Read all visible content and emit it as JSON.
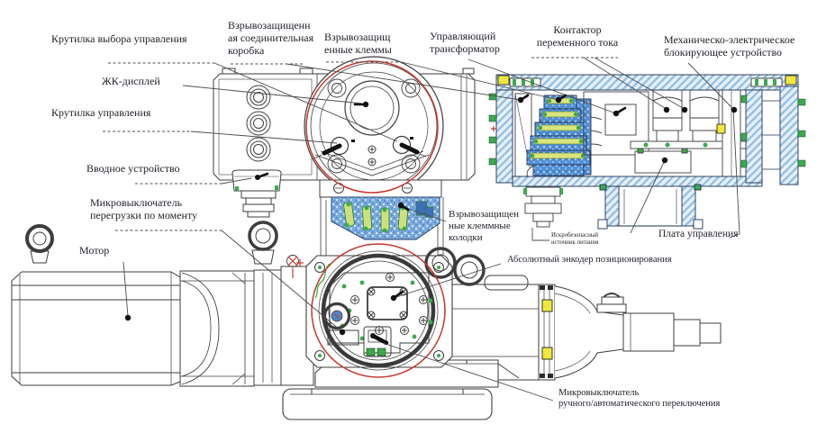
{
  "figure": {
    "title": "Electric actuator cutaway diagram (Russian labels)",
    "background": "#ffffff"
  },
  "colors": {
    "accent_red": "#c5382c",
    "hatch_blue": "#90bee6",
    "hatch_bg": "#e7f0fa",
    "terminal_blue": "#5391d6",
    "terminal_bar_yellow_green": "#d9e47e",
    "green": "#3aaa4c",
    "bolt_yellow": "#f0e83a",
    "line_dark": "#3d3d3d",
    "text": "#20242c"
  },
  "labels": [
    {
      "id": "control-selector-knob",
      "text": "Крутилка выбора управления"
    },
    {
      "id": "ex-junction-box",
      "text": "Взрывозащищенн\nая соединительная\nкоробка"
    },
    {
      "id": "ex-terminals",
      "text": "Взрывозащищ\nенные клеммы"
    },
    {
      "id": "control-transformer",
      "text": "Управляющий\nтрансформатор"
    },
    {
      "id": "ac-contactor",
      "text": "Контактор\nпеременного тока"
    },
    {
      "id": "mech-electric-interlock",
      "text": "Механическо-электрическое\nблокирующее устройство"
    },
    {
      "id": "lcd-display",
      "text": "ЖК-дисплей"
    },
    {
      "id": "control-knob",
      "text": "Крутилка управления"
    },
    {
      "id": "cable-entry-device",
      "text": "Вводное устройство"
    },
    {
      "id": "torque-overload-microswitch",
      "text": "Микровыключатель\nперегрузки по моменту"
    },
    {
      "id": "motor",
      "text": "Мотор"
    },
    {
      "id": "ex-terminal-blocks",
      "text": "Взрывозащищен\nные  клеммные\nколодки"
    },
    {
      "id": "intrinsically-safe-power",
      "text": "Искробезопасный\nисточник питания"
    },
    {
      "id": "control-board",
      "text": "Плата управления"
    },
    {
      "id": "absolute-position-encoder",
      "text": "Абсолютный энкодер позиционирования"
    },
    {
      "id": "manual-auto-microswitch",
      "text": "Микровыключатель\nручного/автоматического переключения"
    }
  ]
}
